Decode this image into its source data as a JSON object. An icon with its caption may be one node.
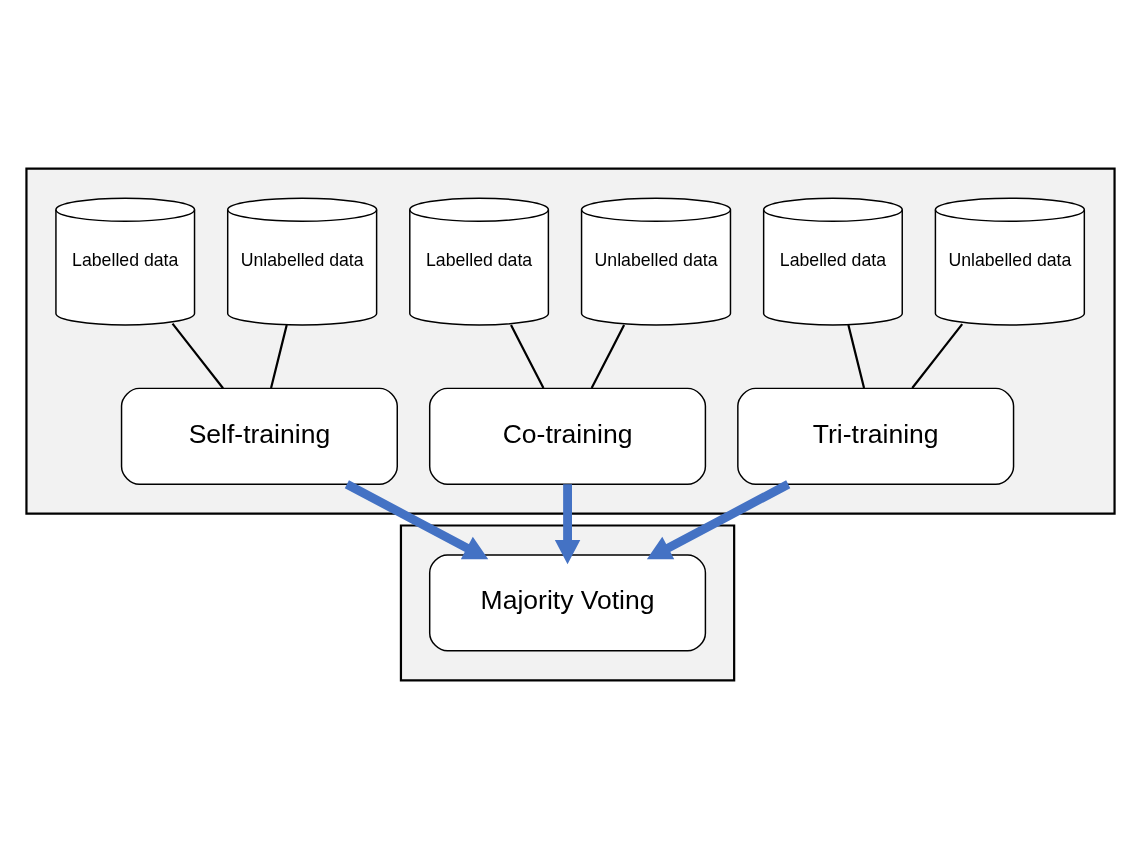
{
  "diagram": {
    "nodes": [
      {
        "text": [],
        "shape": "box"
      },
      {
        "text": [
          "Labelled data"
        ],
        "in": 0
      },
      {
        "text": [
          "Unlabelled data"
        ],
        "in": 0
      },
      {
        "text": [
          "Labelled data"
        ],
        "in": 0
      },
      {
        "text": [
          "Unlabelled data"
        ],
        "in": 0
      },
      {
        "text": [
          "Labelled data"
        ],
        "in": 0
      },
      {
        "text": [
          "Unlabelled data"
        ],
        "in": 0
      },
      {
        "text": [
          "Self-training"
        ],
        "in": 0
      },
      {
        "text": [
          "Co-training"
        ],
        "in": 0
      },
      {
        "text": [
          "Tri-training"
        ],
        "in": 0
      },
      {
        "text": [],
        "shape": "box"
      },
      {
        "text": [
          "Majority Voting"
        ],
        "in": 10
      }
    ],
    "edges": [
      {
        "from": 1,
        "to": 7,
        "arrow": "none"
      },
      {
        "from": 2,
        "to": 7,
        "arrow": "none"
      },
      {
        "from": 3,
        "to": 8,
        "arrow": "none"
      },
      {
        "from": 4,
        "to": 8,
        "arrow": "none"
      },
      {
        "from": 5,
        "to": 9,
        "arrow": "none"
      },
      {
        "from": 6,
        "to": 9,
        "arrow": "none"
      },
      {
        "from": 7,
        "to": 11,
        "arrow": "to",
        "style": "thick",
        "color": "#4472c4"
      },
      {
        "from": 8,
        "to": 11,
        "arrow": "to",
        "style": "thick",
        "color": "#4472c4"
      },
      {
        "from": 9,
        "to": 11,
        "arrow": "to",
        "style": "thick",
        "color": "#4472c4"
      }
    ]
  }
}
